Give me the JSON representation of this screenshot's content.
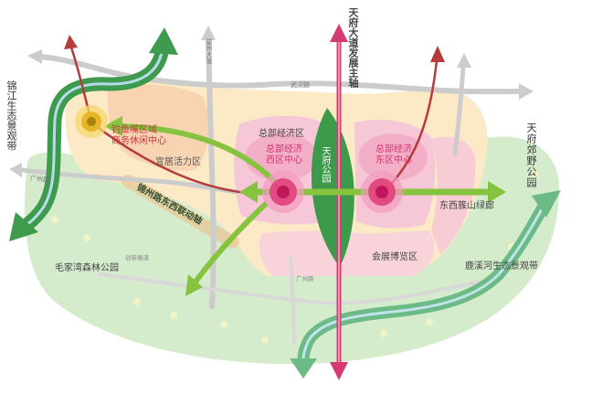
{
  "labels": {
    "main_axis": "天府大道发展主轴",
    "jinjiang_belt": "锦江生态景观带",
    "country_park": "天府郊野公园",
    "yizhou_avenue": "益州大道",
    "wuhan_road": "武汉路",
    "diaoyuzui_line1": "钓鱼嘴区域",
    "diaoyuzui_line2": "商务休闲中心",
    "livable_zone": "宜居活力区",
    "hq_zone": "总部经济区",
    "hq_west_line1": "总部经济",
    "hq_west_line2": "西区中心",
    "tianfu_park": "天府公园",
    "hq_east_line1": "总部经济",
    "hq_east_line2": "东区中心",
    "guangzhou_road_west": "广州路",
    "jinzhou_axis": "锦州路东西联动轴",
    "green_corridor": "东西簇山绿廊",
    "expo_zone": "会展博览区",
    "luxi_belt": "鹿溪河生态景观带",
    "maojiawan_park": "毛家湾森林公园",
    "innovation_road": "创新展道",
    "guangzhou_road_south": "广州路"
  },
  "colors": {
    "eco_green": "#d4ebcc",
    "urban_beige": "#fce9c6",
    "hq_pink": "#f6c7d6",
    "river_green": "#3e9a4c",
    "axis_magenta": "#d63a72",
    "link_green": "#86c440",
    "link_maroon": "#b43c3c"
  }
}
